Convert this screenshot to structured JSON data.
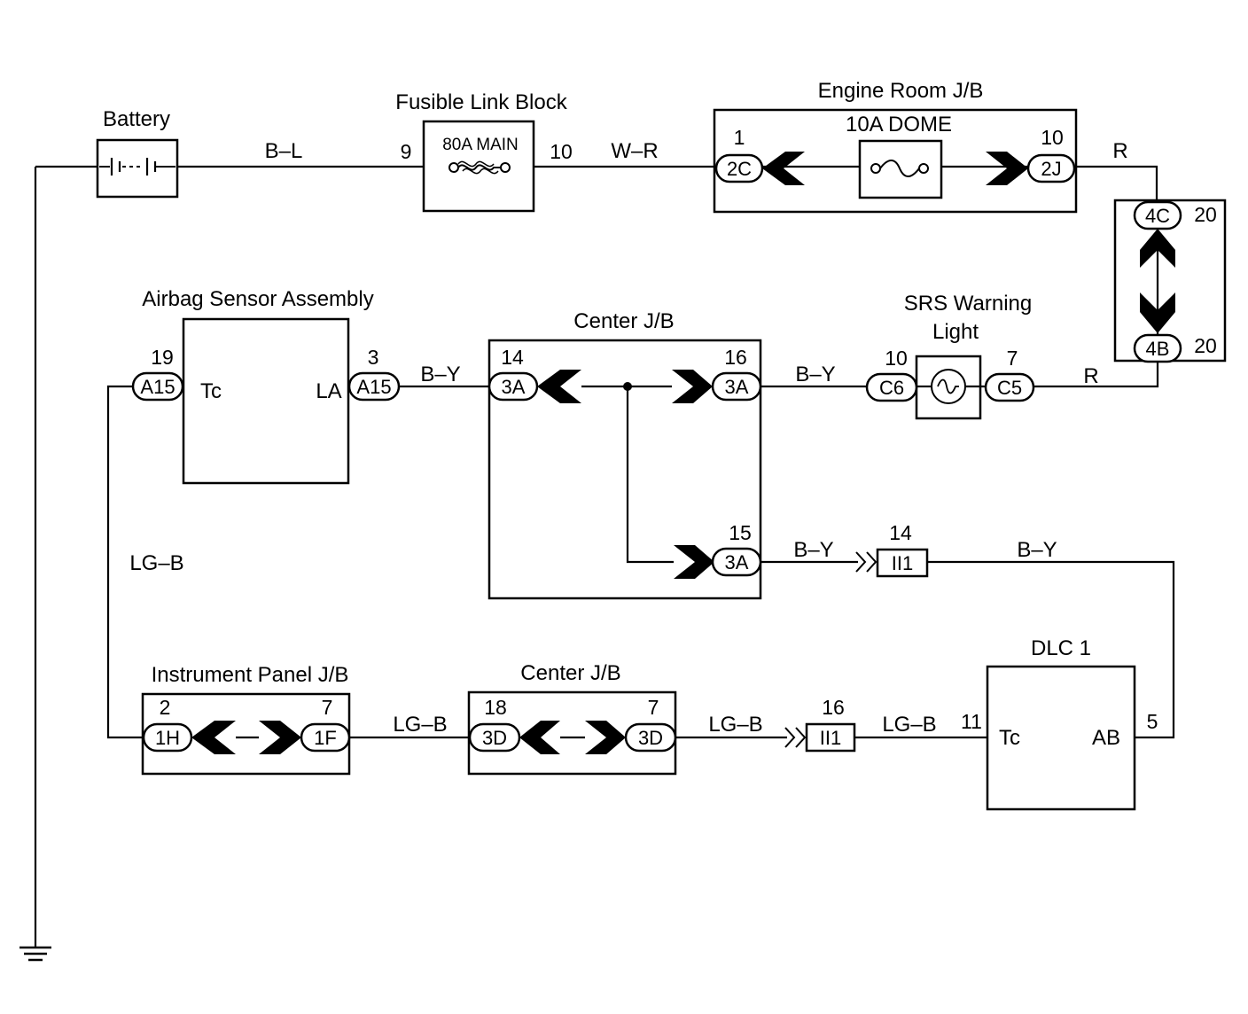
{
  "components": {
    "battery": "Battery",
    "fusible_link_block": "Fusible Link Block",
    "fuse_main": "80A MAIN",
    "engine_room_jb": "Engine Room J/B",
    "fuse_dome": "10A DOME",
    "airbag_sensor": "Airbag Sensor Assembly",
    "center_jb_upper": "Center J/B",
    "srs_light_line1": "SRS Warning",
    "srs_light_line2": "Light",
    "dlc1": "DLC 1",
    "instrument_panel_jb": "Instrument Panel J/B",
    "center_jb_lower": "Center J/B"
  },
  "wires": {
    "battery_to_fl": "B–L",
    "fl_to_engine": "W–R",
    "engine_to_4c": "R",
    "4b_to_c5": "R",
    "c6_to_center": "B–Y",
    "center_to_airbag": "B–Y",
    "center_to_ii1_top": "B–Y",
    "ii1_to_dlc_ab": "B–Y",
    "airbag_tc_down": "LG–B",
    "ipjb_to_center": "LG–B",
    "center_to_ii1_bottom": "LG–B",
    "ii1_to_dlc_tc": "LG–B"
  },
  "pins": {
    "fl_in": "9",
    "fl_out": "10",
    "erjb_in": "1",
    "erjb_out": "10",
    "jc_4c": "20",
    "jc_4b": "20",
    "airbag_tc": "19",
    "airbag_la": "3",
    "cjb_left": "14",
    "cjb_right": "16",
    "cjb_bottom": "15",
    "srs_c6": "10",
    "srs_c5": "7",
    "ii1_top": "14",
    "ii1_bottom": "16",
    "ipjb_left": "2",
    "ipjb_right": "7",
    "cjb2_left": "18",
    "cjb2_right": "7",
    "dlc_tc": "11",
    "dlc_ab": "5"
  },
  "connectors": {
    "erjb_in": "2C",
    "erjb_out": "2J",
    "jc_top": "4C",
    "jc_bottom": "4B",
    "airbag_tc": "A15",
    "airbag_la": "A15",
    "cjb_left": "3A",
    "cjb_right": "3A",
    "cjb_bottom": "3A",
    "srs_c6": "C6",
    "srs_c5": "C5",
    "ii1_top": "II1",
    "ii1_bottom": "II1",
    "ipjb_left": "1H",
    "ipjb_right": "1F",
    "cjb2_left": "3D",
    "cjb2_right": "3D"
  },
  "terminals": {
    "airbag_tc": "Tc",
    "airbag_la": "LA",
    "dlc_tc": "Tc",
    "dlc_ab": "AB"
  }
}
